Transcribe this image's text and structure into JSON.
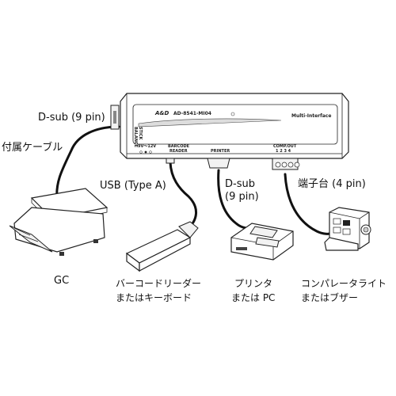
{
  "labels": {
    "dsub9_left": "D-sub (9 pin)",
    "attached_cable": "付属ケーブル",
    "usb": "USB (Type A)",
    "dsub_right_line1": "D-sub",
    "dsub_right_line2": "(9 pin)",
    "terminal": "端子台 (4 pin)",
    "gc": "GC",
    "barcode_line1": "バーコードリーダー",
    "barcode_line2": "またはキーボード",
    "printer_line1": "プリンタ",
    "printer_line2": "または PC",
    "comparator_line1": "コンパレータライト",
    "comparator_line2": "またはブザー"
  },
  "device": {
    "brand": "A&D",
    "model": "AD-8541-MI04",
    "name": "Multi-Interface",
    "side_label_1": "STICK",
    "side_label_2": "BALANCE",
    "power": "9V〜12V",
    "barcode_port_1": "BARCODE",
    "barcode_port_2": "READER",
    "printer_port": "PRINTER",
    "comp_port": "COMP.OUT",
    "comp_pins": "1 2 3 4"
  },
  "icons": {
    "main_unit": "interface-box-icon",
    "scale": "scale-icon",
    "barcode_reader": "barcode-scanner-icon",
    "printer": "printer-icon",
    "comparator": "comparator-light-icon"
  }
}
